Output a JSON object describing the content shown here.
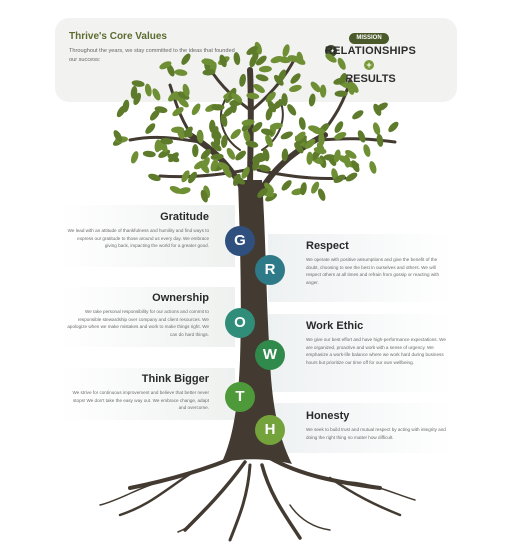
{
  "header": {
    "title": "Thrive's Core Values",
    "description": "Throughout the years, we stay committed to the ideas that founded our success:"
  },
  "mission": {
    "badge": "MISSION",
    "line1": "RELATIONSHIPS",
    "plus": "+",
    "line2": "RESULTS"
  },
  "values": [
    {
      "letter": "G",
      "title": "Gratitude",
      "description": "We lead with an attitude of thankfulness and humility and find ways to express our gratitude to those around us every day. We embrace giving back, impacting the world for a greater good.",
      "color": "#2f4f7f"
    },
    {
      "letter": "R",
      "title": "Respect",
      "description": "We operate with positive assumptions and give the benefit of the doubt, choosing to see the best in ourselves and others. We will respect others at all times and refrain from gossip or reacting with anger.",
      "color": "#2e7a88"
    },
    {
      "letter": "O",
      "title": "Ownership",
      "description": "We take personal responsibility for our actions and commit to responsible stewardship over company and client resources. We apologize when we make mistakes and work to make things right. We can do hard things.",
      "color": "#2f8d7a"
    },
    {
      "letter": "W",
      "title": "Work Ethic",
      "description": "We give our best effort and have high-performance expectations. We are organized, proactive and work with a sense of urgency. We emphasize a work-life balance where we work hard during business hours but prioritize our time off for our own wellbeing.",
      "color": "#2f8a4c"
    },
    {
      "letter": "T",
      "title": "Think Bigger",
      "description": "We strive for continuous improvement and believe that better never stops! We don't take the easy way out. We embrace change, adapt and overcome.",
      "color": "#4e9a3a"
    },
    {
      "letter": "H",
      "title": "Honesty",
      "description": "We seek to build trust and mutual respect by acting with integrity and doing the right thing no matter how difficult.",
      "color": "#74a23b"
    }
  ],
  "colors": {
    "leaf": "#6f8f35",
    "trunk": "#433b31",
    "card_bg": "#f2f2f0"
  }
}
